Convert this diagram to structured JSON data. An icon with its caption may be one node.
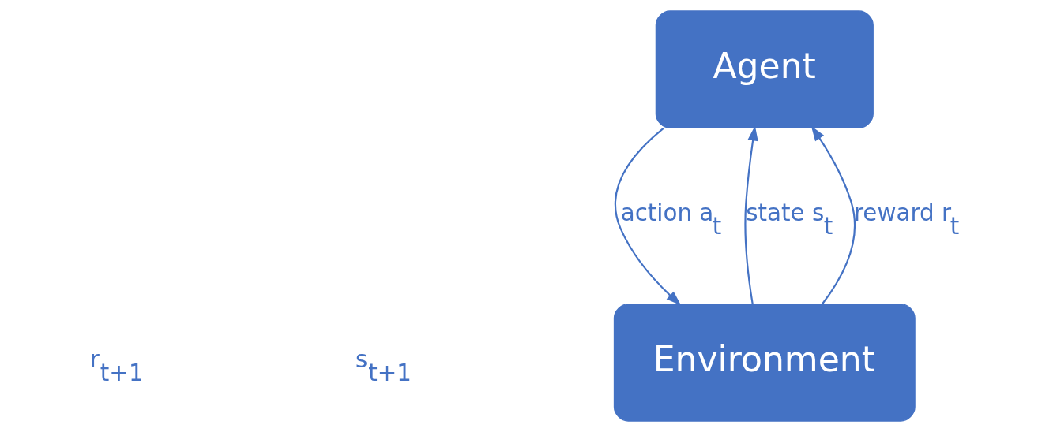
{
  "diagram": {
    "nodes": [
      {
        "text": [
          "Agent"
        ]
      },
      {
        "text": [
          "Environment"
        ]
      }
    ],
    "edges": [
      {
        "from": 1,
        "to": 0,
        "arrow": "to",
        "label": "state s$_{t}$"
      },
      {
        "from": 1,
        "to": 0,
        "arrow": "to",
        "label": "reward r$_{t}$"
      },
      {
        "from": 0,
        "to": 1,
        "arrow": "to",
        "label": "action a$_{t}$"
      }
    ],
    "labels": [
      "r$_{t+1}$",
      "s$_{t+1}$"
    ]
  }
}
